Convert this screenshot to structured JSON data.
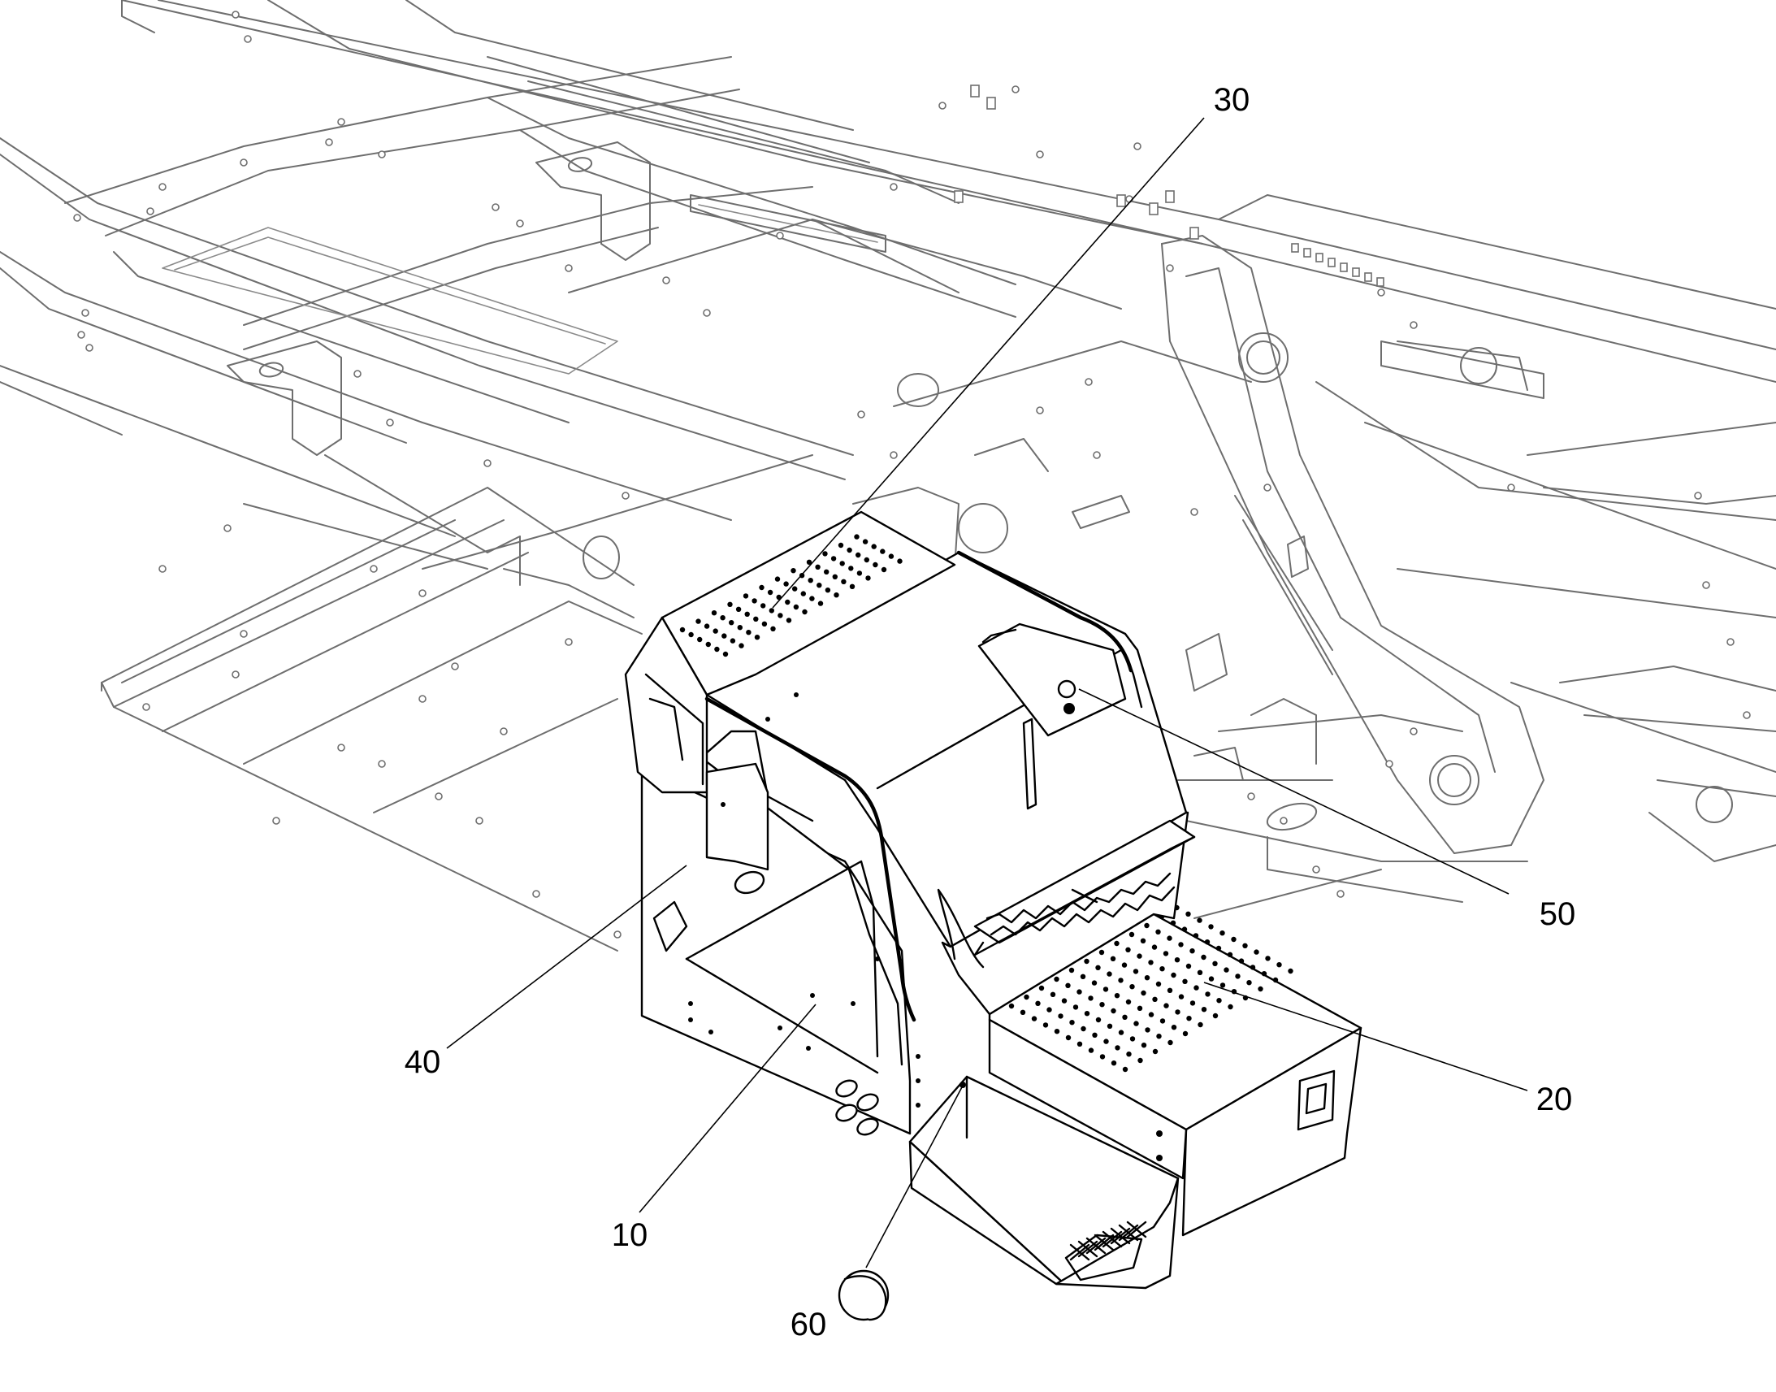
{
  "diagram": {
    "type": "exploded parts illustration",
    "line_color": "#000000",
    "background_color": "#ffffff",
    "frame_line_color": "#6e6e6e"
  },
  "callouts": [
    {
      "id": "callout-30",
      "label": "30"
    },
    {
      "id": "callout-50",
      "label": "50"
    },
    {
      "id": "callout-40",
      "label": "40"
    },
    {
      "id": "callout-20",
      "label": "20"
    },
    {
      "id": "callout-10",
      "label": "10"
    },
    {
      "id": "callout-60",
      "label": "60"
    }
  ]
}
